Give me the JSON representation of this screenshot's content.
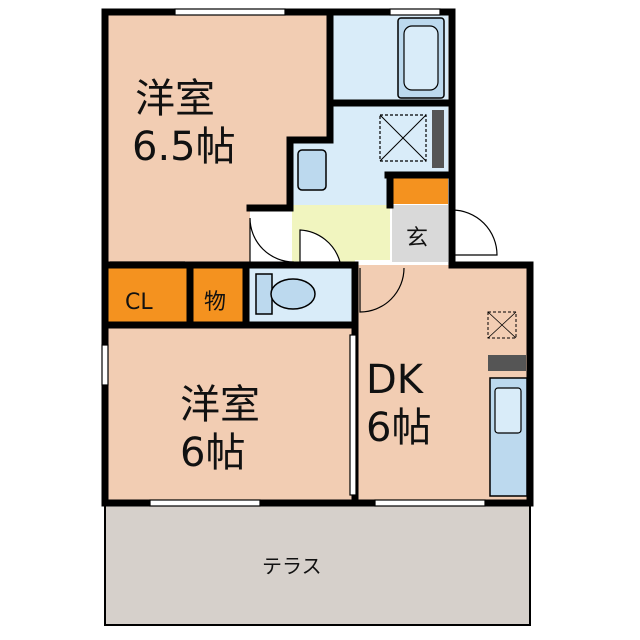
{
  "floorplan": {
    "rooms": {
      "western_room_1": {
        "name": "洋室",
        "size": "6.5帖"
      },
      "western_room_2": {
        "name": "洋室",
        "size": "6帖"
      },
      "dining_kitchen": {
        "name": "DK",
        "size": "6帖"
      },
      "closet": {
        "name": "CL"
      },
      "storage": {
        "name": "物"
      },
      "entrance": {
        "name": "玄"
      },
      "terrace": {
        "name": "テラス"
      }
    },
    "colors": {
      "room_floor": "#f2cdb3",
      "wet_area": "#d9ecf9",
      "hallway": "#f1f5bf",
      "storage_orange": "#f4921f",
      "entrance_gray": "#d9d9d9",
      "terrace": "#d6d0cb",
      "wall": "#000000"
    }
  }
}
